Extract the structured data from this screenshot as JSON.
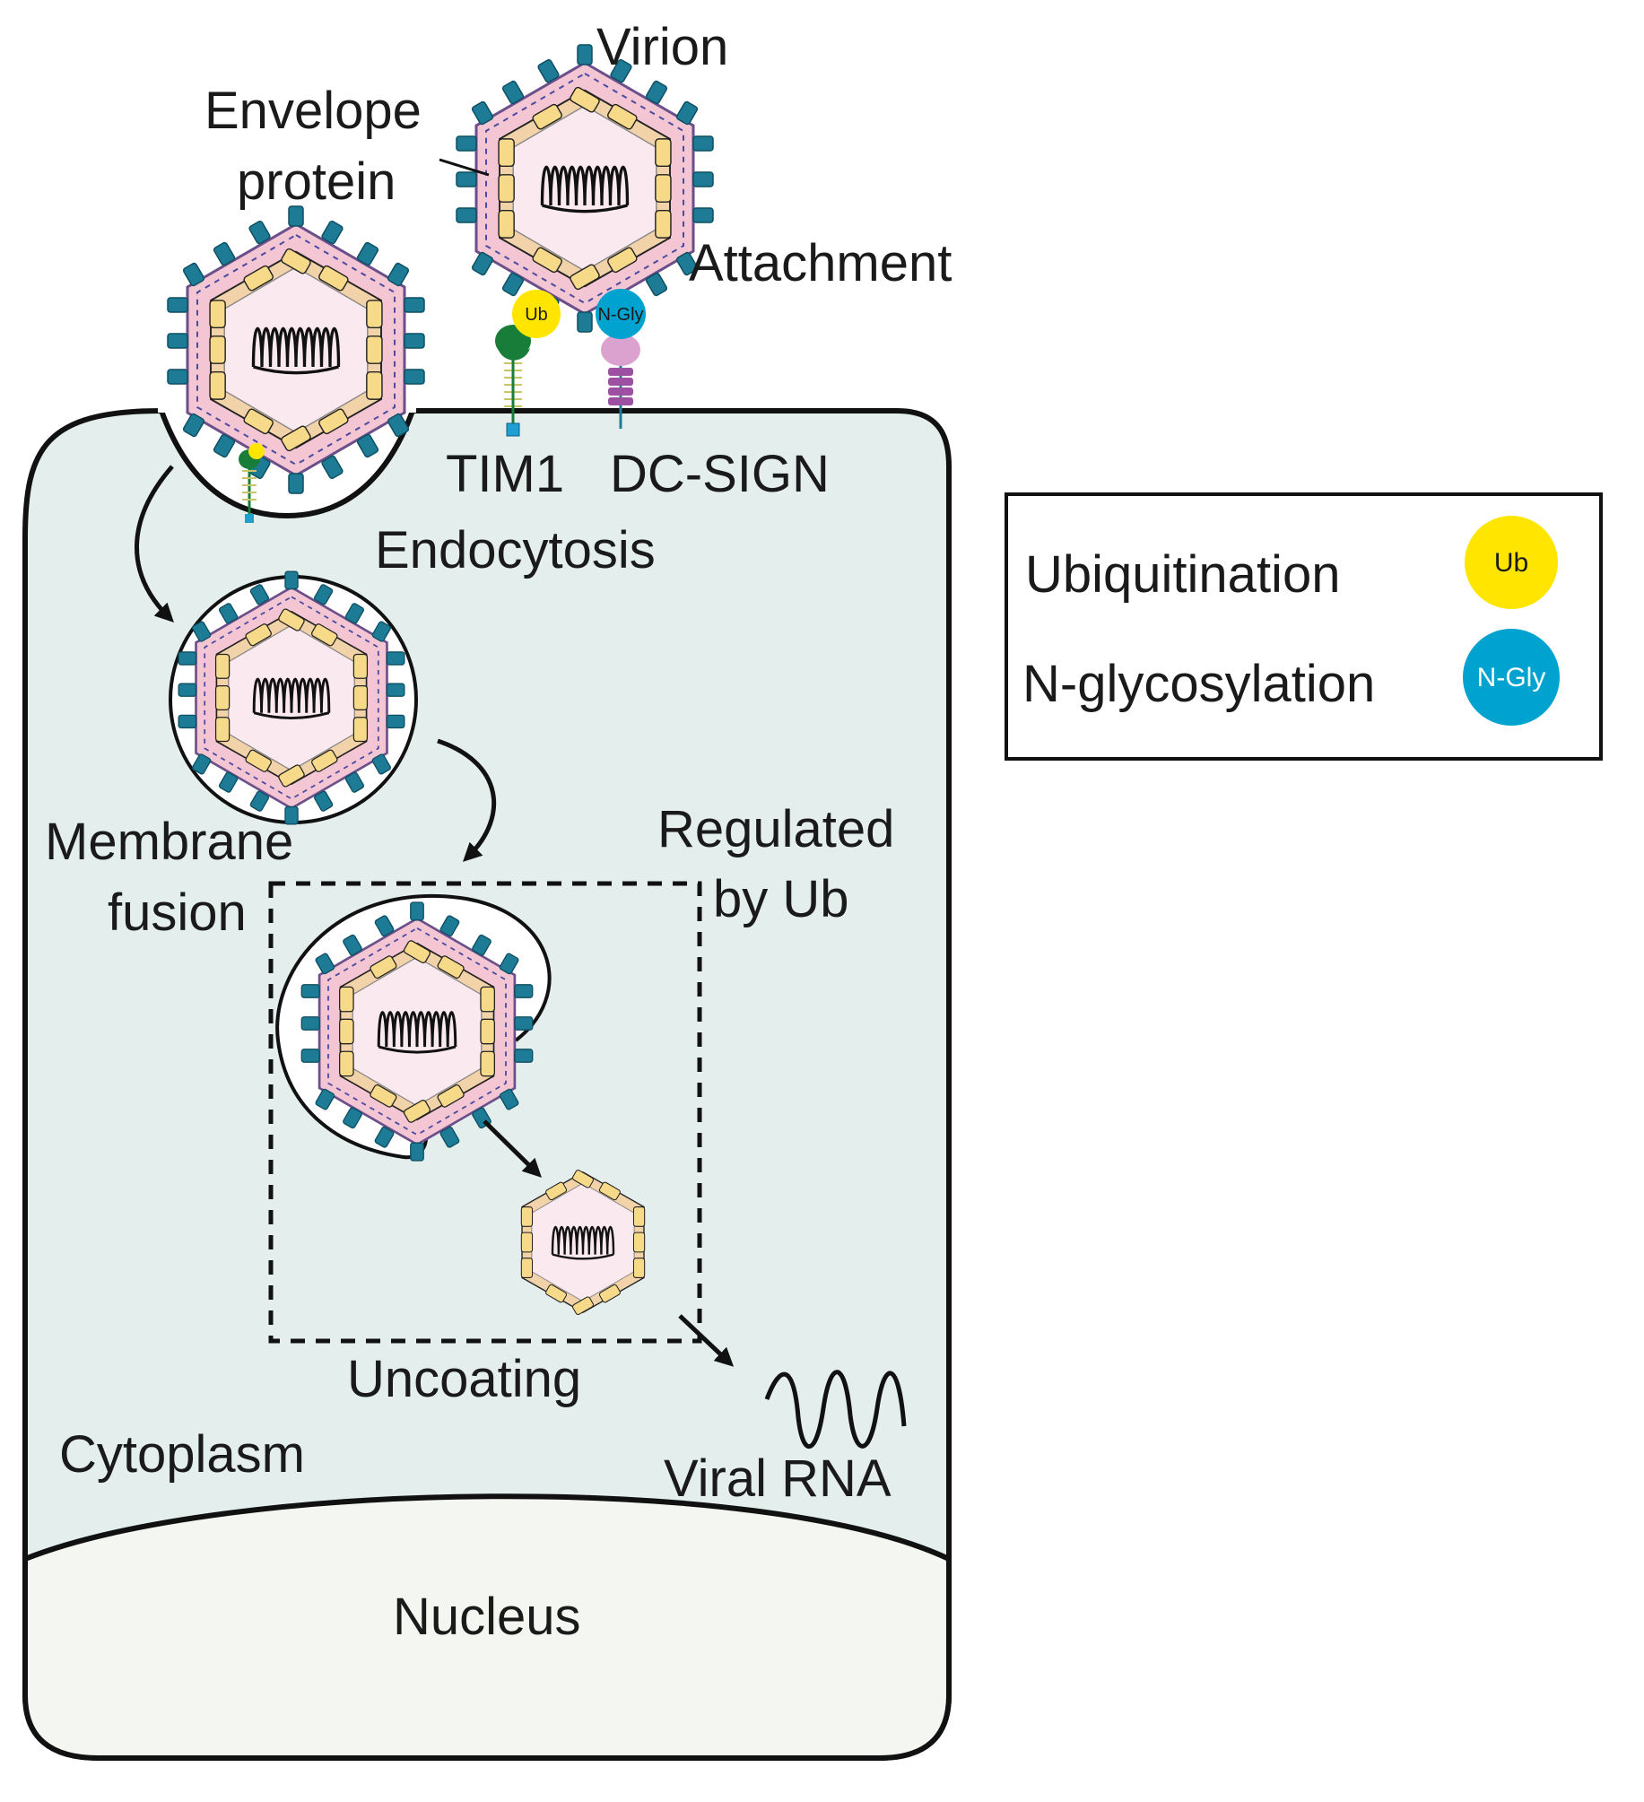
{
  "labels": {
    "virion": "Virion",
    "envelope_protein_line1": "Envelope",
    "envelope_protein_line2": "protein",
    "attachment": "Attachment",
    "tim1": "TIM1",
    "dc_sign": "DC-SIGN",
    "endocytosis": "Endocytosis",
    "membrane_fusion_line1": "Membrane",
    "membrane_fusion_line2": "fusion",
    "regulated_line1": "Regulated",
    "regulated_line2": "by Ub",
    "uncoating": "Uncoating",
    "cytoplasm": "Cytoplasm",
    "viral_rna": "Viral RNA",
    "nucleus": "Nucleus"
  },
  "badges": {
    "ub": "Ub",
    "ngly": "N-Gly"
  },
  "legend": {
    "items": [
      {
        "label": "Ubiquitination",
        "badge": "Ub",
        "color": "#ffe500"
      },
      {
        "label": "N-glycosylation",
        "badge": "N-Gly",
        "color": "#00a3cf"
      }
    ]
  },
  "colors": {
    "cytoplasm": "#e3eeed",
    "nucleus": "#f4f7f1",
    "envelope_spike": "#1e7b96",
    "capsid_subunit": "#f7d98a",
    "core": "#fbe9f0",
    "membrane": "#e6b2c3",
    "tim1_head": "#197d3a",
    "dc_sign_head": "#dca2cf",
    "dc_sign_stalk": "#9d4fa2",
    "ub": "#ffe500",
    "ngly": "#00a3cf"
  }
}
